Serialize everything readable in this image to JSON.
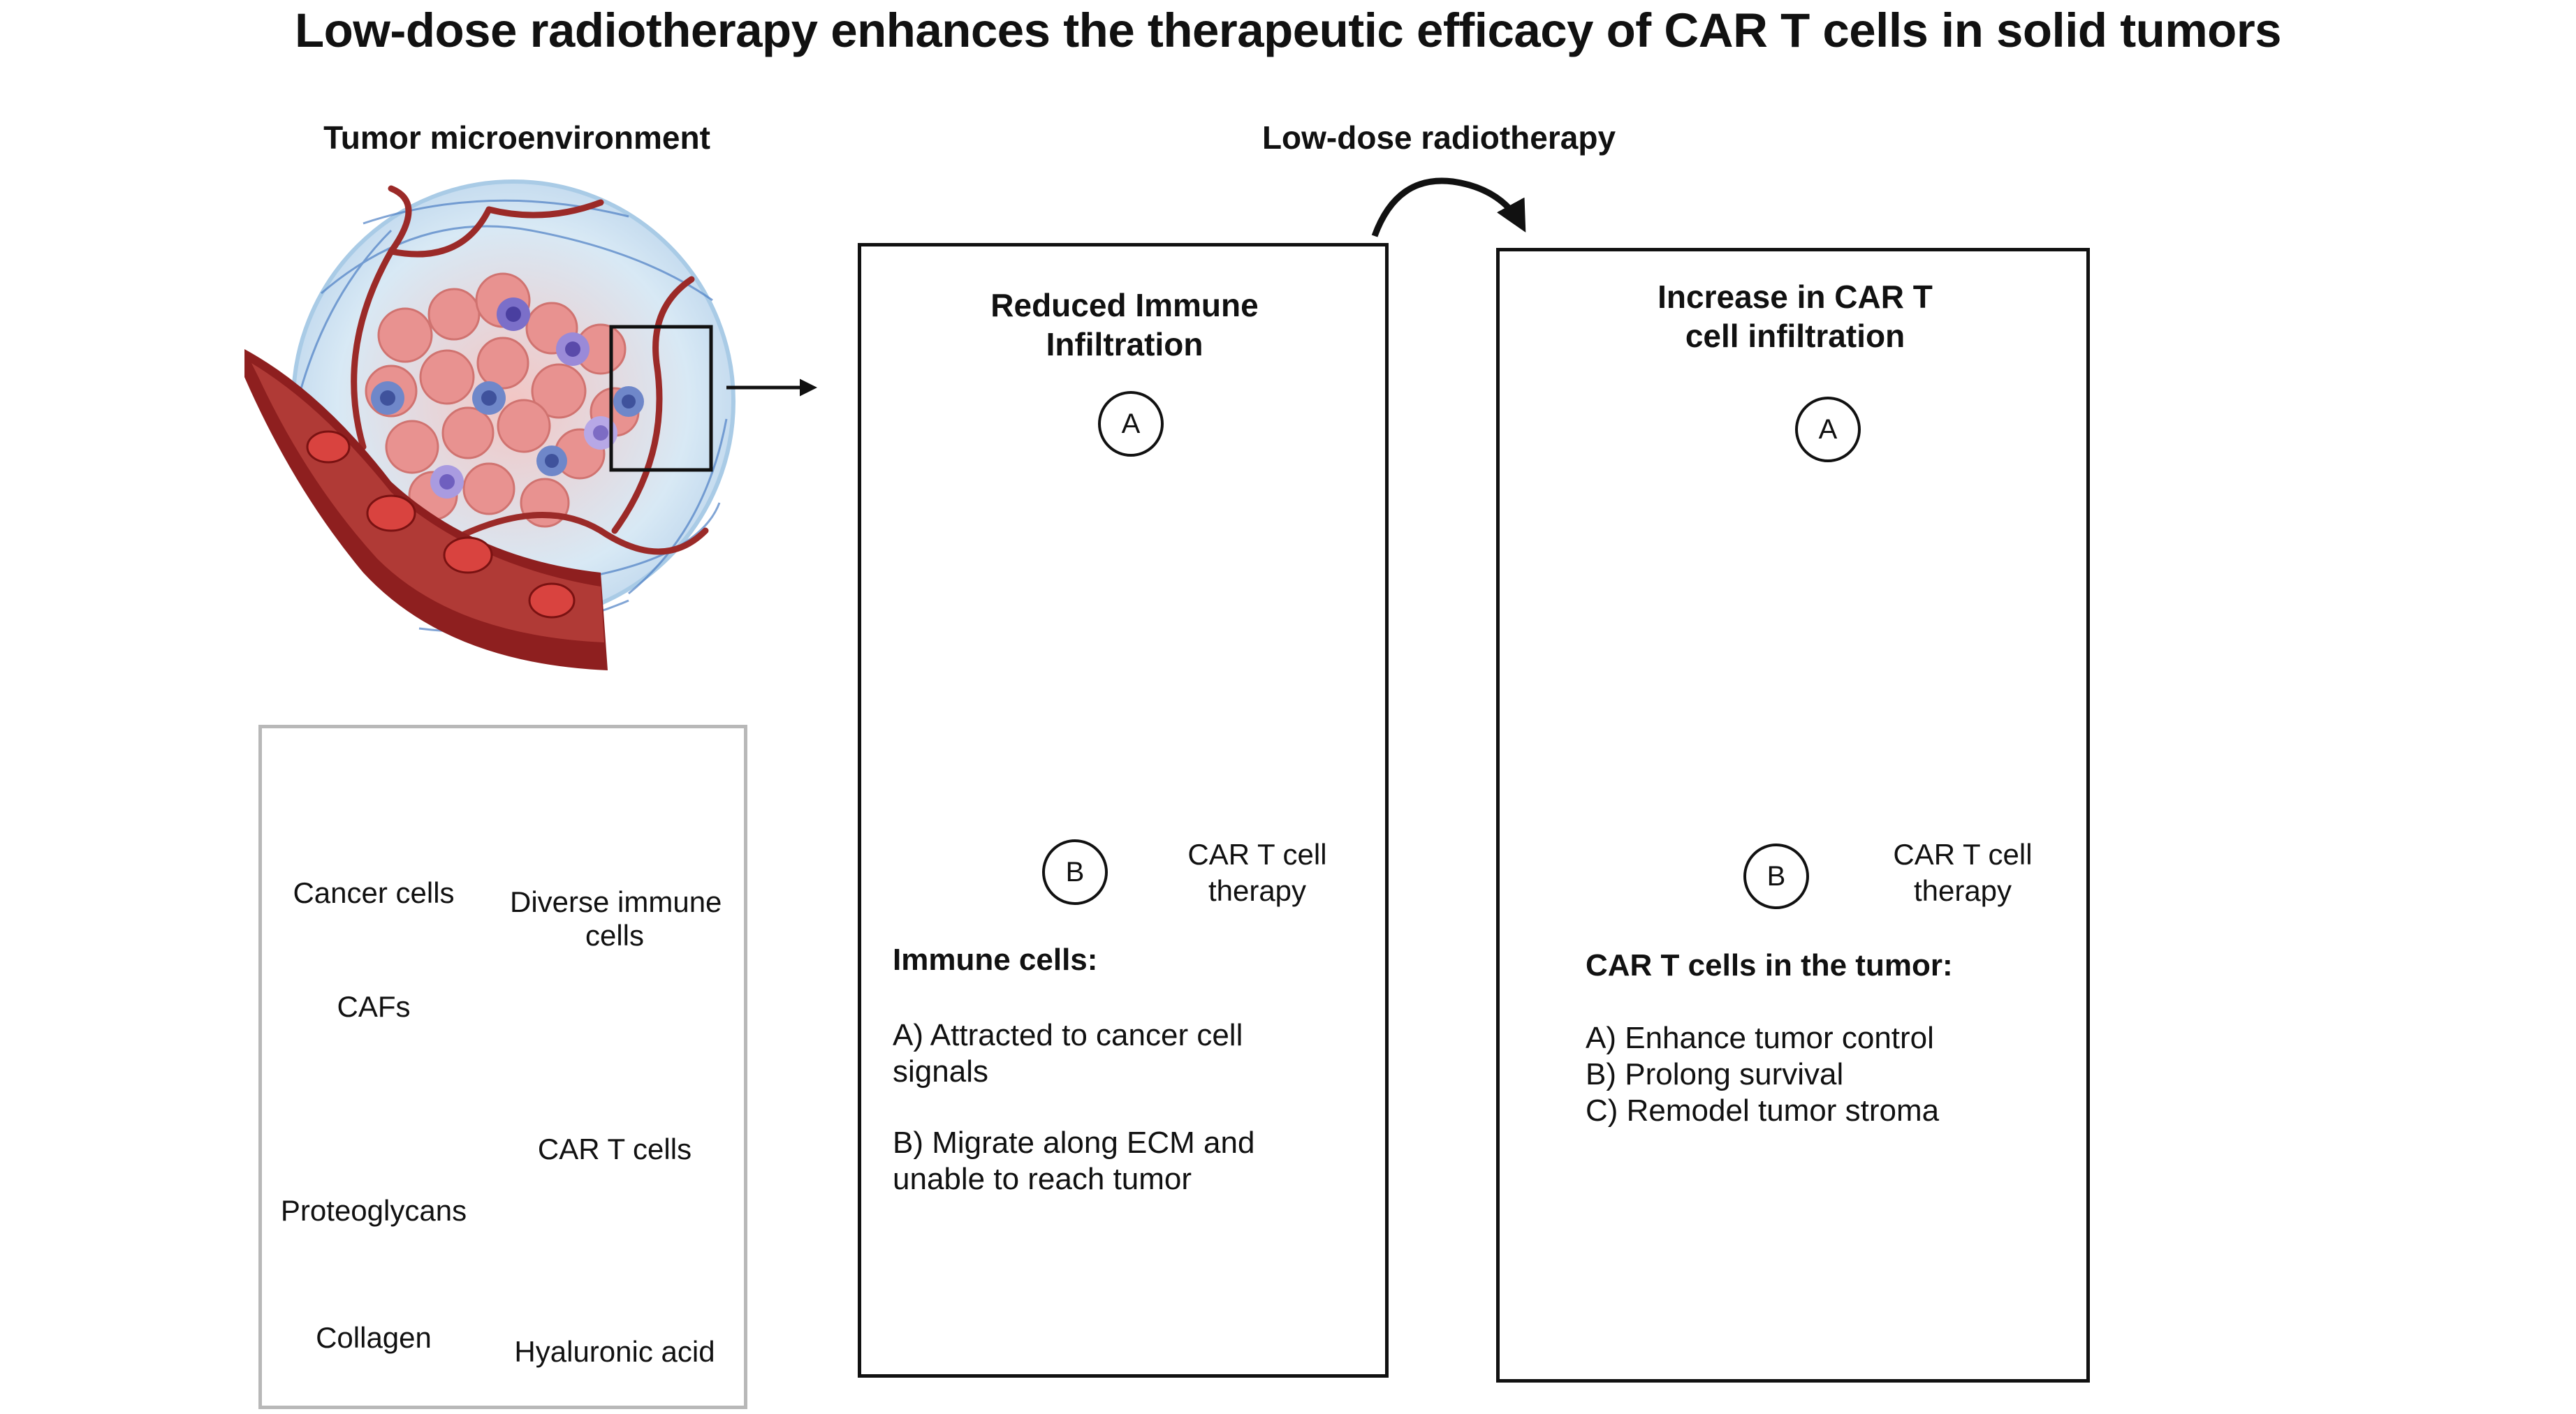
{
  "title": "Low-dose radiotherapy enhances the therapeutic efficacy of CAR T cells in solid tumors",
  "tme_label": "Tumor microenvironment",
  "ldrt_label": "Low-dose radiotherapy",
  "panel_left": {
    "header_line1": "Reduced Immune",
    "header_line2": "Infiltration",
    "marker_a": "A",
    "marker_b": "B",
    "car_label_line1": "CAR T cell",
    "car_label_line2": "therapy",
    "section_title": "Immune cells:",
    "item_a_line1": "A) Attracted to cancer cell",
    "item_a_line2": "signals",
    "item_b_line1": "B) Migrate along ECM and",
    "item_b_line2": "unable to reach tumor"
  },
  "panel_right": {
    "header_line1": "Increase in CAR T",
    "header_line2": "cell infiltration",
    "marker_a": "A",
    "marker_b": "B",
    "car_label_line1": "CAR T cell",
    "car_label_line2": "therapy",
    "section_title": "CAR T cells in the tumor:",
    "items": [
      "A) Enhance tumor control",
      "B) Prolong survival",
      "C) Remodel tumor stroma"
    ]
  },
  "legend": {
    "cancer_cells": "Cancer cells",
    "immune_line1": "Diverse immune",
    "immune_line2": "cells",
    "cafs": "CAFs",
    "car_t_cells": "CAR T cells",
    "proteoglycans": "Proteoglycans",
    "collagen": "Collagen",
    "hyaluronic_acid": "Hyaluronic acid"
  },
  "colors": {
    "cancer_cell": "#e8837f",
    "cancer_core": "#c85a57",
    "immune_purple": "#a99be0",
    "car_green": "#8fc79a",
    "car_blue": "#8fbde0",
    "ecm_blue": "#5b8fd1",
    "vessel": "#8e1f1f",
    "caf": "#e896b5",
    "arrow_grey": "#4a4a4a"
  }
}
